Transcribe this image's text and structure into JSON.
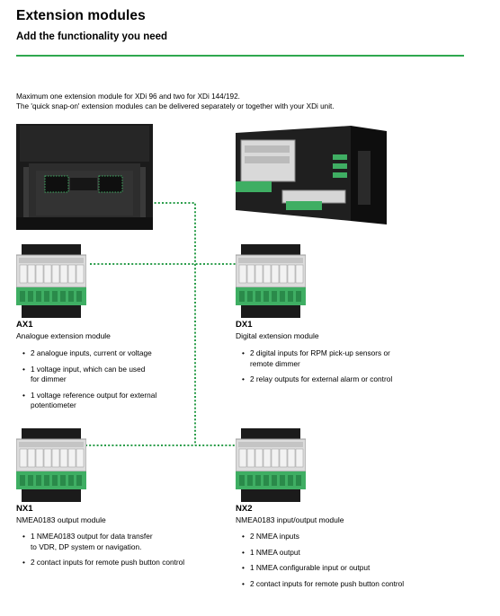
{
  "header": {
    "title": "Extension modules",
    "subtitle": "Add the functionality you need"
  },
  "intro": {
    "line1": "Maximum one extension module for XDi 96 and two for XDi 144/192.",
    "line2": "The 'quick snap-on' extension modules can be delivered separately or together with your XDi unit."
  },
  "modules": [
    {
      "code": "AX1",
      "name": "Analogue extension module",
      "features": [
        [
          "2 analogue inputs, current or voltage"
        ],
        [
          "1 voltage input, which can be used",
          "for dimmer"
        ],
        [
          "1 voltage reference output for external",
          "potentiometer"
        ]
      ]
    },
    {
      "code": "DX1",
      "name": "Digital extension module",
      "features": [
        [
          "2 digital inputs for RPM pick-up sensors or",
          "remote dimmer"
        ],
        [
          "2 relay outputs for external alarm or control"
        ]
      ]
    },
    {
      "code": "NX1",
      "name": "NMEA0183 output module",
      "features": [
        [
          "1 NMEA0183 output for data transfer",
          "to VDR, DP system or navigation."
        ],
        [
          "2 contact inputs for remote push button control"
        ]
      ]
    },
    {
      "code": "NX2",
      "name": "NMEA0183 input/output module",
      "features": [
        [
          "2 NMEA inputs"
        ],
        [
          "1 NMEA output"
        ],
        [
          "1 NMEA configurable input or output"
        ],
        [
          "2 contact inputs for remote push button control"
        ]
      ]
    }
  ],
  "colors": {
    "accent": "#2fa84f",
    "connector_green": "#3fae63",
    "device_black": "#1b1b1b"
  }
}
